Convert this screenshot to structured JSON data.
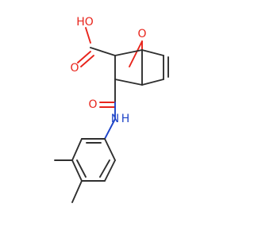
{
  "molecule": {
    "atoms": {
      "hydroxyl": "HO",
      "carbonyl_oxygen": "O",
      "bridge_oxygen": "O",
      "amide_carbonyl_oxygen": "O",
      "amide_nitrogen": "N",
      "amide_hydrogen": "H"
    }
  },
  "colors": {
    "bond": "#2f2f2f",
    "oxygen": "#e8241b",
    "nitrogen": "#1e44c8",
    "background": "#ffffff"
  }
}
